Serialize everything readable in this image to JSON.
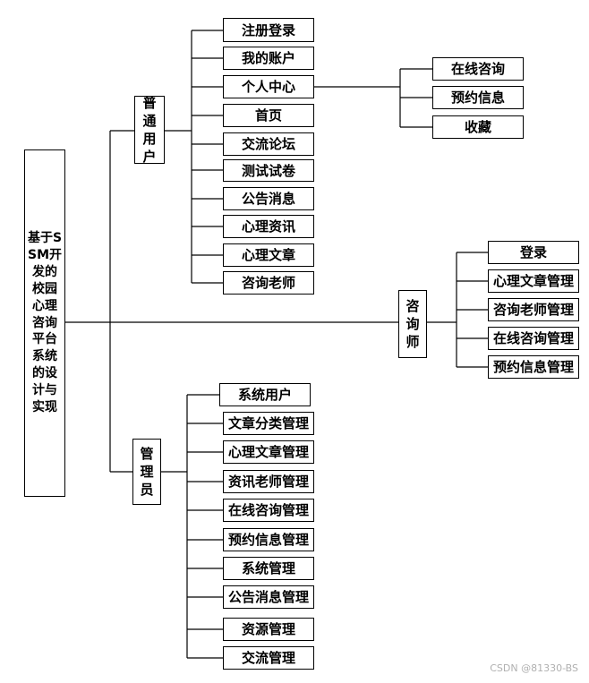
{
  "root": {
    "label": "基于SSM开发的校园心理咨询平台系统的设计与实现"
  },
  "branches": {
    "user": {
      "label": "普通用户"
    },
    "counselor": {
      "label": "咨询师"
    },
    "admin": {
      "label": "管理员"
    }
  },
  "user_items": [
    "注册登录",
    "我的账户",
    "个人中心",
    "首页",
    "交流论坛",
    "测试试卷",
    "公告消息",
    "心理资讯",
    "心理文章",
    "咨询老师"
  ],
  "center_items": [
    "在线咨询",
    "预约信息",
    "收藏"
  ],
  "counselor_items": [
    "登录",
    "心理文章管理",
    "咨询老师管理",
    "在线咨询管理",
    "预约信息管理"
  ],
  "admin_items": [
    "系统用户",
    "文章分类管理",
    "心理文章管理",
    "资讯老师管理",
    "在线咨询管理",
    "预约信息管理",
    "系统管理",
    "公告消息管理",
    "资源管理",
    "交流管理"
  ],
  "watermark": "CSDN @81330-BS"
}
